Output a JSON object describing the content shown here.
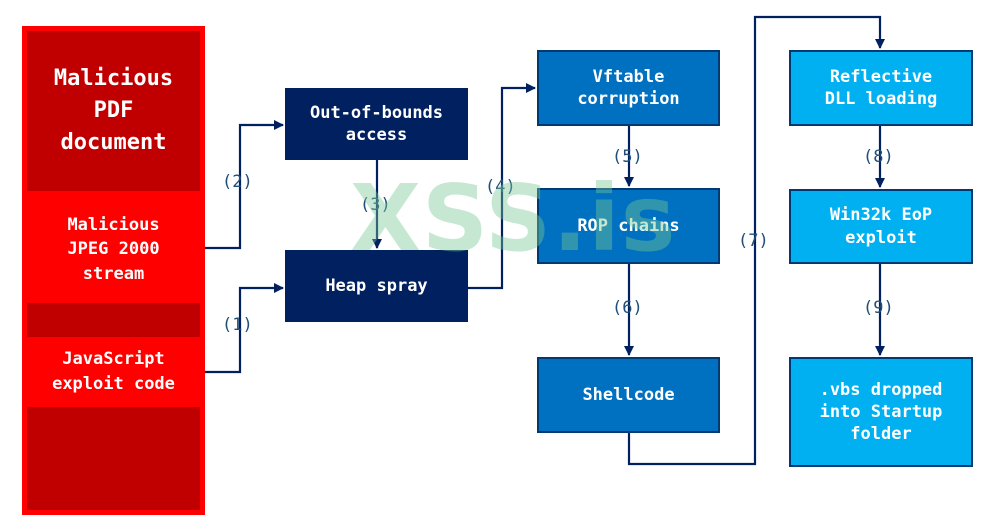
{
  "pdf": {
    "title": "Malicious\nPDF\ndocument",
    "jpeg": "Malicious\nJPEG 2000\nstream",
    "js": "JavaScript\nexploit code"
  },
  "nodes": {
    "oob": "Out-of-bounds\naccess",
    "heap": "Heap spray",
    "vftable": "Vftable\ncorruption",
    "rop": "ROP chains",
    "shellcode": "Shellcode",
    "reflective": "Reflective\nDLL loading",
    "win32k": "Win32k EoP\nexploit",
    "vbs": ".vbs dropped\ninto Startup\nfolder"
  },
  "steps": [
    "(1)",
    "(2)",
    "(3)",
    "(4)",
    "(5)",
    "(6)",
    "(7)",
    "(8)",
    "(9)"
  ],
  "watermark": "XSS.is",
  "colors": {
    "pdf_red": "#ff0000",
    "pdf_dark_red": "#c00000",
    "navy": "#002060",
    "mid_blue": "#0070c0",
    "light_blue": "#00b0f0",
    "arrow": "#002060",
    "step_text": "#1f4e79"
  }
}
